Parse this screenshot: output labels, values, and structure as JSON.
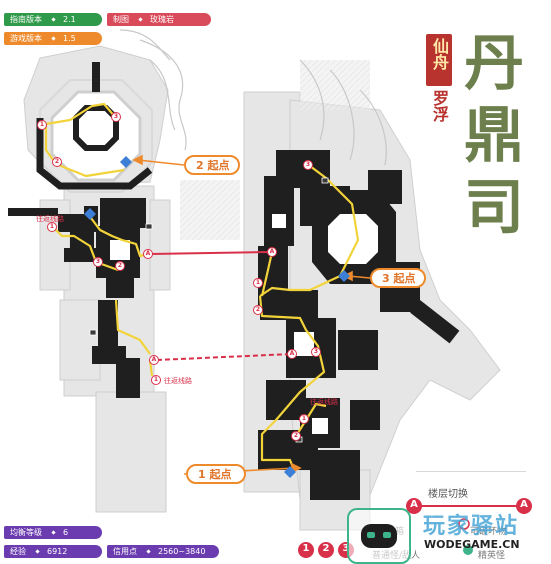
{
  "info": {
    "guide_version": {
      "label": "指南版本",
      "value": "2.1"
    },
    "artist": {
      "label": "制图",
      "value": "玫瑰岩"
    },
    "game_version": {
      "label": "游戏版本",
      "value": "1.5"
    },
    "equilibrium": {
      "label": "均衡等级",
      "value": "6"
    },
    "exp": {
      "label": "经验",
      "value": "6912"
    },
    "credits": {
      "label": "信用点",
      "value": "2560~3840"
    }
  },
  "title": {
    "main": [
      "丹",
      "鼎",
      "司"
    ],
    "bracket": "仙舟",
    "sub": "罗浮"
  },
  "markers": {
    "start1": "1  起点",
    "start2": "2  起点",
    "start3": "3  起点",
    "floor_a": "A",
    "num1": "1",
    "num2": "2",
    "num3": "3"
  },
  "route_tags": [
    "往返线路",
    "往返线路",
    "往返线路"
  ],
  "legend": {
    "title": "楼层切换",
    "a_label": "A",
    "item1": "宝箱",
    "item2": "可破坏物",
    "item3": "普通怪/敌人",
    "item4": "精英怪"
  },
  "watermark": {
    "cn": "玩家驿站",
    "en": "WODEGAME.CN"
  },
  "colors": {
    "route": "#f2d43a",
    "floor_link": "#d9304a",
    "start": "#ee8a2c",
    "title": "#6c7f4c"
  }
}
